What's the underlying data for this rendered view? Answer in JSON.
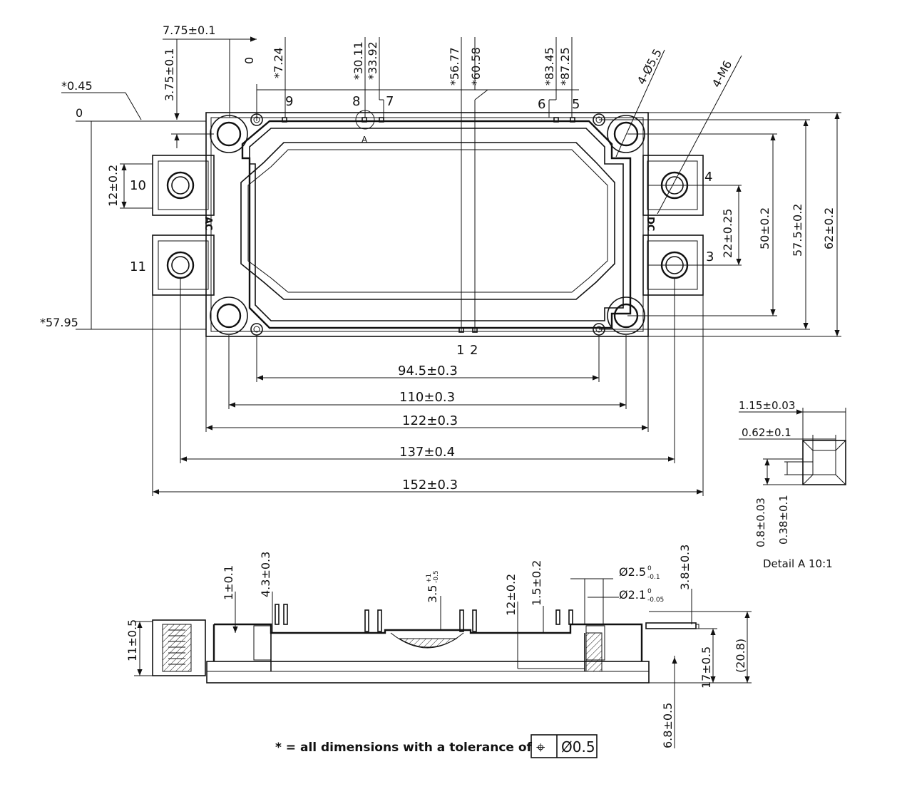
{
  "top_view": {
    "terminals": {
      "t1": "1",
      "t2": "2",
      "t3": "3",
      "t4": "4",
      "t5": "5",
      "t6": "6",
      "t7": "7",
      "t8": "8",
      "t9": "9",
      "t10": "10",
      "t11": "11"
    },
    "labels": {
      "ac": "AC",
      "dc": "DC",
      "pin_a": "A"
    },
    "dims": {
      "d_7_75": "7.75±0.1",
      "d_3_75": "3.75±0.1",
      "d_0_45": "*0.45",
      "d_zero_left": "0",
      "d_zero_top": "0",
      "d_7_24": "*7.24",
      "d_30_11": "*30.11",
      "d_33_92": "*33.92",
      "d_56_77": "*56.77",
      "d_60_58": "*60.58",
      "d_83_45": "*83.45",
      "d_87_25": "*87.25",
      "d_4_5_5": "4-Ø5.5",
      "d_4_m6": "4-M6",
      "d_12": "12±0.2",
      "d_22": "22±0.25",
      "d_50": "50±0.2",
      "d_57_5": "57.5±0.2",
      "d_62": "62±0.2",
      "d_57_95": "*57.95",
      "d_94_5": "94.5±0.3",
      "d_110": "110±0.3",
      "d_122": "122±0.3",
      "d_137": "137±0.4",
      "d_152": "152±0.3"
    }
  },
  "detail_a": {
    "title": "Detail  A 10:1",
    "d_1_15": "1.15±0.03",
    "d_0_62": "0.62±0.1",
    "d_0_8": "0.8±0.03",
    "d_0_38": "0.38±0.1"
  },
  "side_view": {
    "d_11": "11±0.5",
    "d_1": "1±0.1",
    "d_4_3": "4.3±0.3",
    "d_3_5": "3.5",
    "d_3_5_upper": "+1",
    "d_3_5_lower": "-0.5",
    "d_12": "12±0.2",
    "d_1_5": "1.5±0.2",
    "d_2_5": "Ø2.5",
    "d_2_5_upper": "0",
    "d_2_5_lower": "-0.1",
    "d_2_1": "Ø2.1",
    "d_2_1_upper": "0",
    "d_2_1_lower": "-0.05",
    "d_3_8": "3.8±0.3",
    "d_17": "17±0.5",
    "d_20_8": "(20.8)",
    "d_6_8": "6.8±0.5"
  },
  "footer": {
    "note": "* = all dimensions with a tolerance of",
    "symbol": "⌖",
    "tolerance": "Ø0.5"
  }
}
